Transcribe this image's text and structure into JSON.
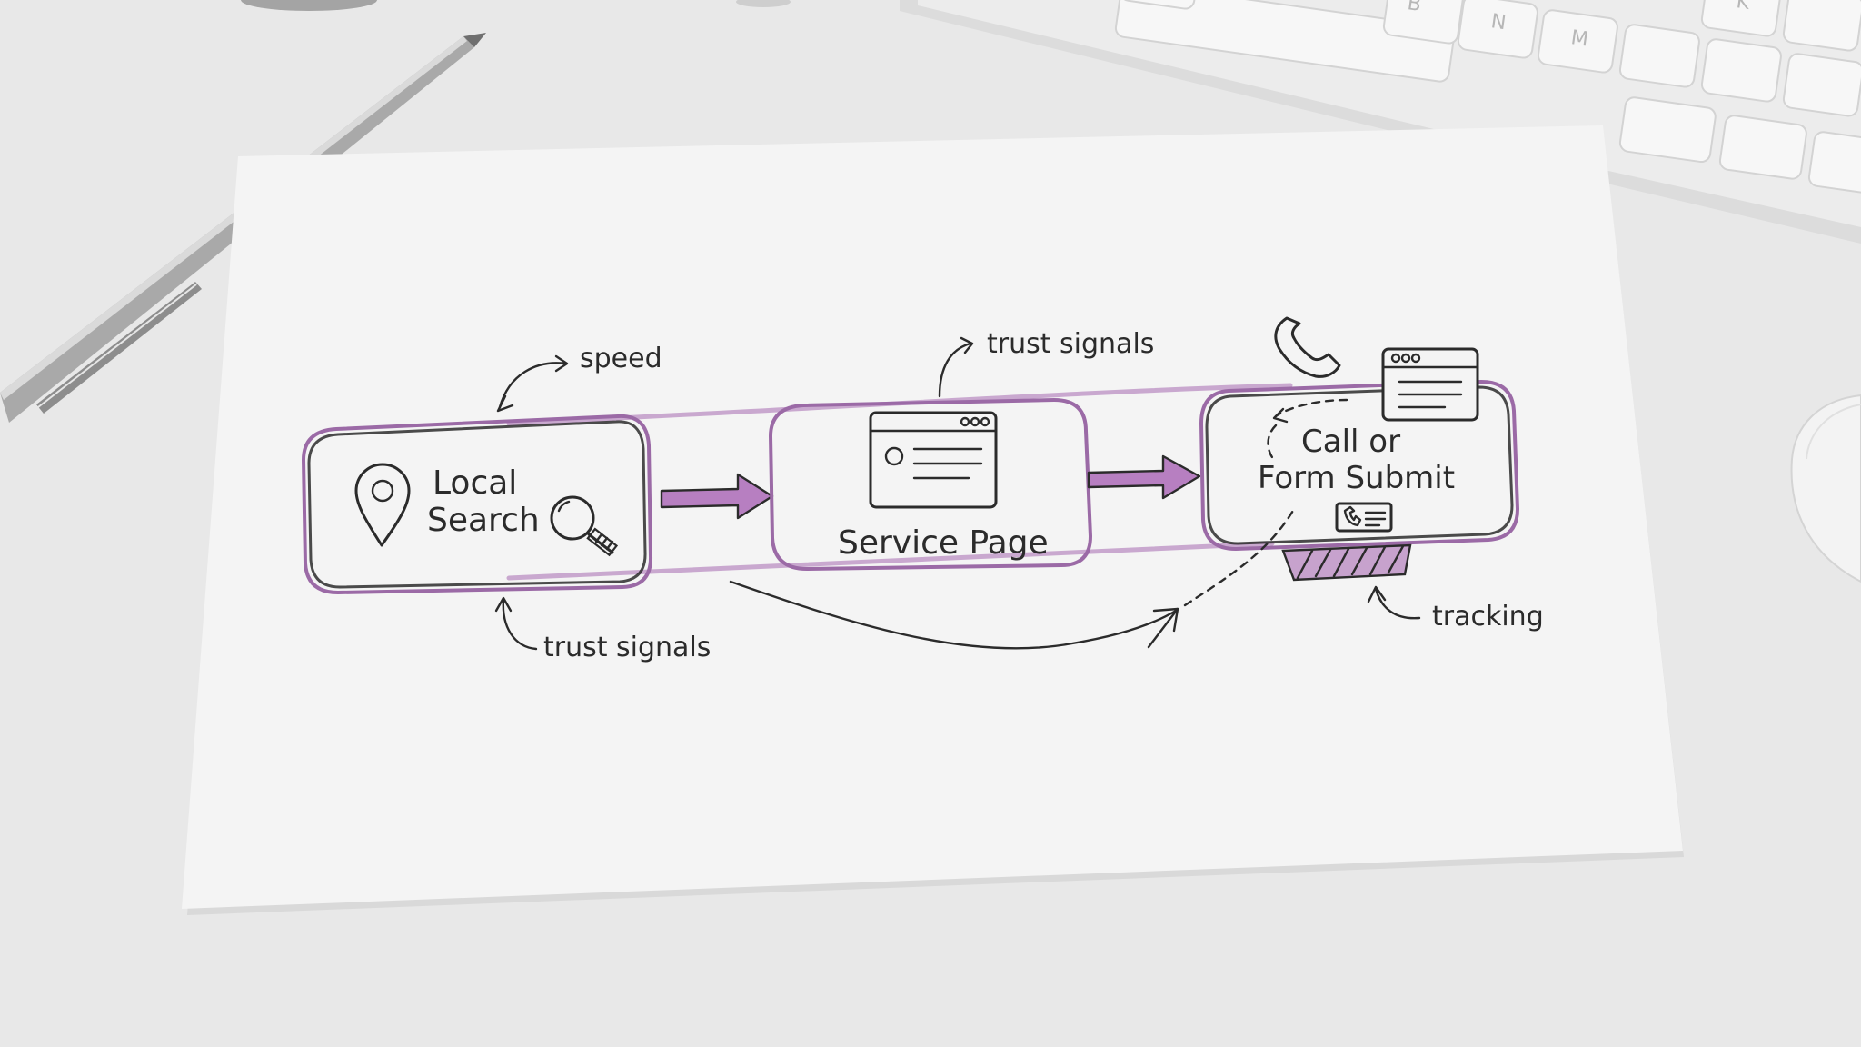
{
  "diagram": {
    "nodes": [
      {
        "id": "local-search",
        "lines": [
          "Local",
          "Search"
        ]
      },
      {
        "id": "service-page",
        "lines": [
          "Service Page"
        ]
      },
      {
        "id": "call-or-form",
        "lines": [
          "Call or",
          "Form Submit"
        ]
      }
    ],
    "annotations": {
      "speed": "speed",
      "trust_top": "trust signals",
      "trust_bottom": "trust signals",
      "tracking": "tracking"
    }
  },
  "keyboard": {
    "visible_keys": [
      "N",
      "M",
      "B",
      "K"
    ]
  },
  "colors": {
    "accent": "#9b6aa6",
    "accent_fill": "#b77fc1",
    "ink": "#2b2b2b",
    "paper": "#f5f5f5",
    "desk": "#e9e9e9"
  }
}
